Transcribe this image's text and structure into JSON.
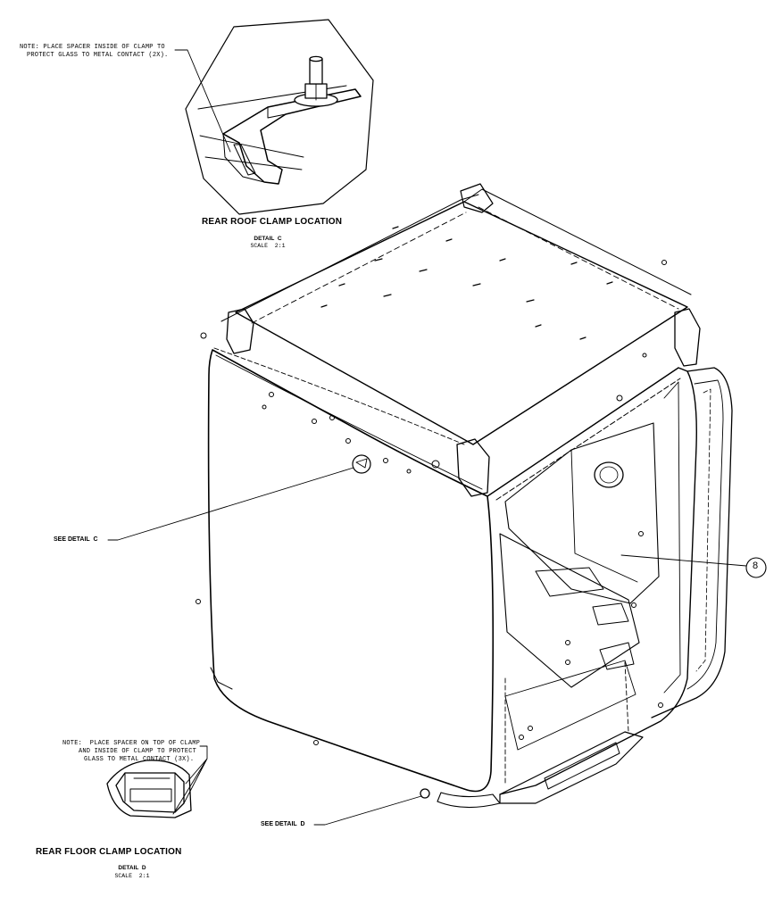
{
  "detail_c": {
    "note_line1": "NOTE: PLACE SPACER INSIDE OF CLAMP TO",
    "note_line2": "PROTECT GLASS TO METAL CONTACT (2X).",
    "title": "REAR ROOF CLAMP LOCATION",
    "detail_label": "DETAIL  C",
    "scale": "SCALE  2:1"
  },
  "detail_d": {
    "note_line1": "NOTE:  PLACE SPACER ON TOP OF CLAMP",
    "note_line2": "AND INSIDE OF CLAMP TO PROTECT",
    "note_line3": "GLASS TO METAL CONTACT (3X).",
    "title": "REAR FLOOR CLAMP LOCATION",
    "detail_label": "DETAIL  D",
    "scale": "SCALE  2:1"
  },
  "callouts": {
    "see_detail_c": "SEE DETAIL  C",
    "see_detail_d": "SEE DETAIL  D",
    "item_balloon": "8"
  }
}
